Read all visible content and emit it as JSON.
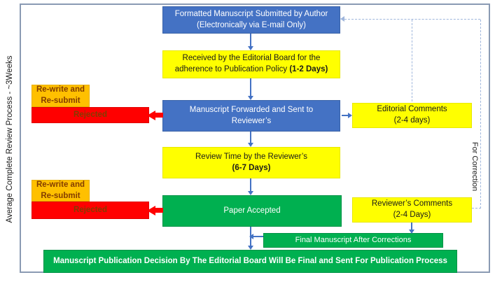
{
  "labels": {
    "left_axis": "Average Complete Review Process - ~3Weeks",
    "right_axis": "For Correction"
  },
  "boxes": {
    "submitted": {
      "line1": "Formatted Manuscript Submitted by Author",
      "line2": "(Electronically via E-mail Only)"
    },
    "received": {
      "line1": "Received by the Editorial Board for the",
      "line2_pre": "adherence to Publication Policy ",
      "line2_bold": "(1-2 Days)"
    },
    "rewrite1": {
      "line1": "Re-write and",
      "line2": "Re-submit"
    },
    "rejected1": {
      "label": "Rejected"
    },
    "forwarded": {
      "line1": "Manuscript Forwarded and Sent to",
      "line2": "Reviewer’s"
    },
    "editorial_comments": {
      "line1": "Editorial Comments",
      "line2": "(2-4 days)"
    },
    "review_time": {
      "line1": "Review Time by the Reviewer’s",
      "line2_bold": "(6-7 Days)"
    },
    "rewrite2": {
      "line1": "Re-write and",
      "line2": "Re-submit"
    },
    "rejected2": {
      "label": "Rejected"
    },
    "accepted": {
      "label": "Paper Accepted"
    },
    "reviewer_comments": {
      "line1": "Reviewer’s Comments",
      "line2": "(2-4 Days)"
    },
    "final_manuscript": {
      "label": "Final Manuscript After Corrections"
    },
    "decision": {
      "label": "Manuscript Publication Decision By The Editorial Board Will Be Final and Sent For Publication Process"
    }
  },
  "colors": {
    "process_blue": "#4472C4",
    "highlight_yellow": "#FFFF00",
    "warning_orange": "#FFC000",
    "reject_red": "#FF0000",
    "accept_green": "#00B050",
    "dark_brown_text": "#833C00",
    "dashed_connector": "#9FB6DC",
    "frame_border": "#8A9AB3"
  }
}
